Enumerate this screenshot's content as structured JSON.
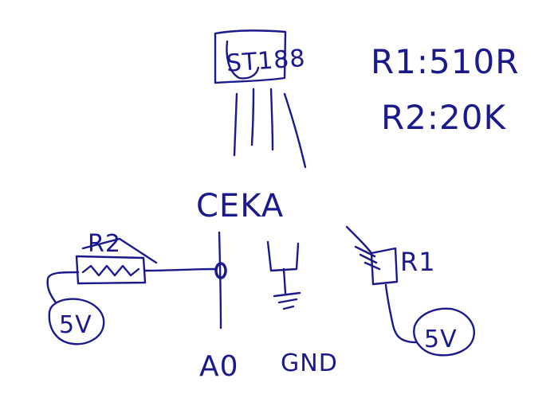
{
  "colors": {
    "ink": "#1a1a8c",
    "background": "#ffffff"
  },
  "sensor": {
    "label": "ST188"
  },
  "values": {
    "r1": "R1:510R",
    "r2": "R2:20K"
  },
  "node": {
    "label": "CEKA"
  },
  "resistors": {
    "left": "R2",
    "right": "R1"
  },
  "supplies": {
    "left": "5V",
    "right": "5V"
  },
  "outputs": {
    "analog": "A0",
    "ground": "GND"
  }
}
